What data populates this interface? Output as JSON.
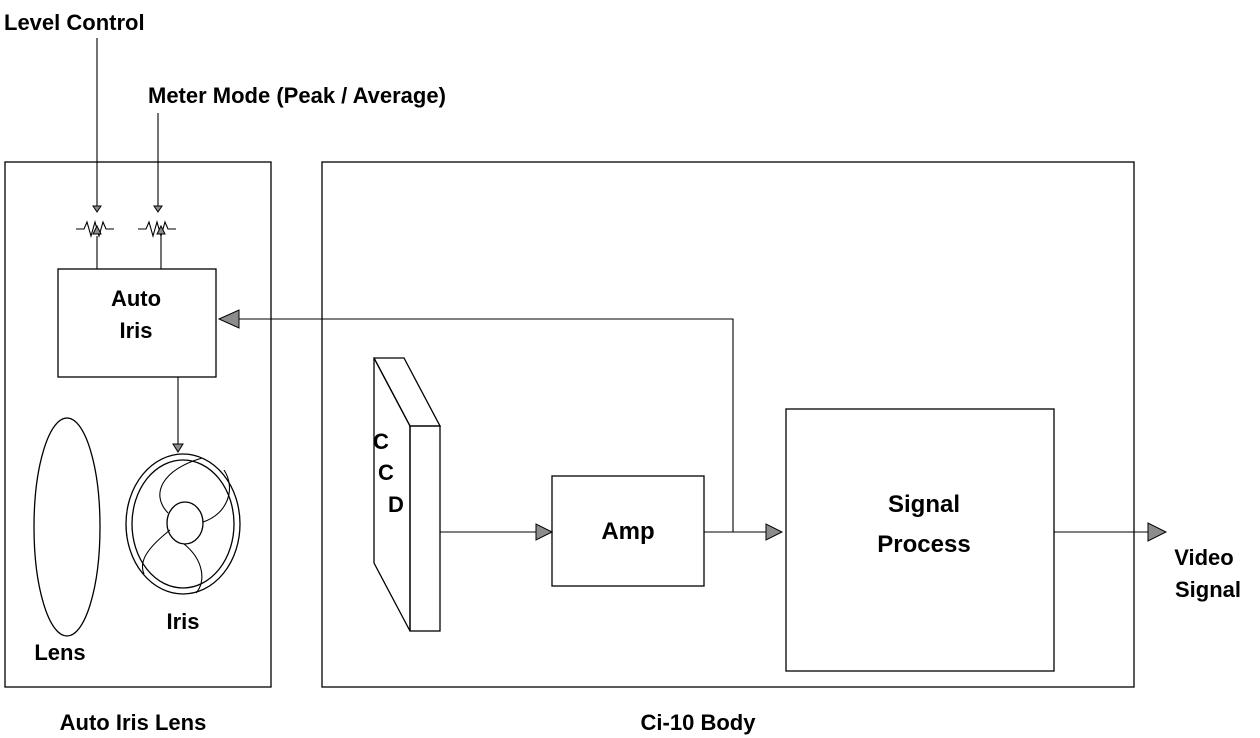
{
  "labels": {
    "level_control": "Level Control",
    "meter_mode": "Meter Mode (Peak / Average)",
    "auto_iris_line1": "Auto",
    "auto_iris_line2": "Iris",
    "ccd_c1": "C",
    "ccd_c2": "C",
    "ccd_d": "D",
    "amp": "Amp",
    "signal_line1": "Signal",
    "signal_line2": "Process",
    "video_line1": "Video",
    "video_line2": "Signal",
    "iris": "Iris",
    "lens": "Lens",
    "auto_iris_lens": "Auto Iris Lens",
    "body": "Ci-10 Body"
  },
  "colors": {
    "line": "#000000",
    "arrowhead": "#8c8c8c",
    "background": "#ffffff"
  },
  "icons": {
    "potentiometer": "potentiometer-icon",
    "iris_shutter": "iris-shutter-icon",
    "lens": "lens-icon"
  }
}
